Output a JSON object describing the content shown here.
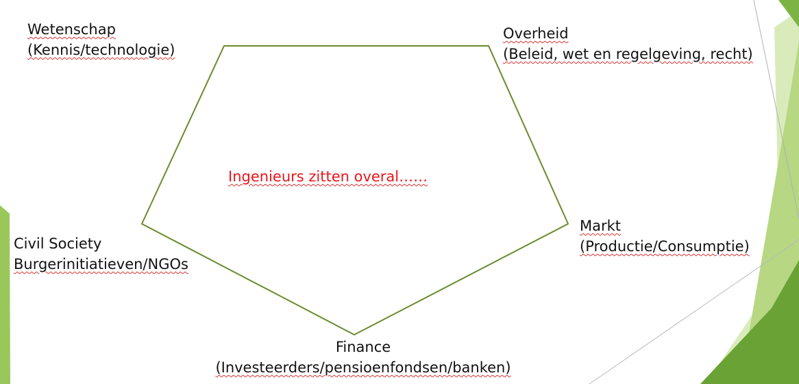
{
  "theme": {
    "accent_green": "#6aa235",
    "light_green": "#c5de9a",
    "dark_green": "#5f9a2e",
    "pentagon_stroke": "#6a8a2c",
    "highlight_text_color": "#e8151b",
    "text_color": "#111111"
  },
  "diagram": {
    "shape": "pentagon",
    "center_text": "Ingenieurs zitten overal……",
    "nodes": {
      "wetenschap": {
        "title": "Wetenschap",
        "subtitle": "(Kennis/technologie)"
      },
      "overheid": {
        "title": "Overheid",
        "subtitle": "(Beleid, wet en regelgeving, recht)"
      },
      "markt": {
        "title": "Markt",
        "subtitle": "(Productie/Consumptie)"
      },
      "civil_society": {
        "title": "Civil Society",
        "subtitle": "Burgerinitiatieven/NGOs"
      },
      "finance": {
        "title": "Finance",
        "subtitle": "(Investeerders/pensioenfondsen/banken)"
      }
    }
  }
}
